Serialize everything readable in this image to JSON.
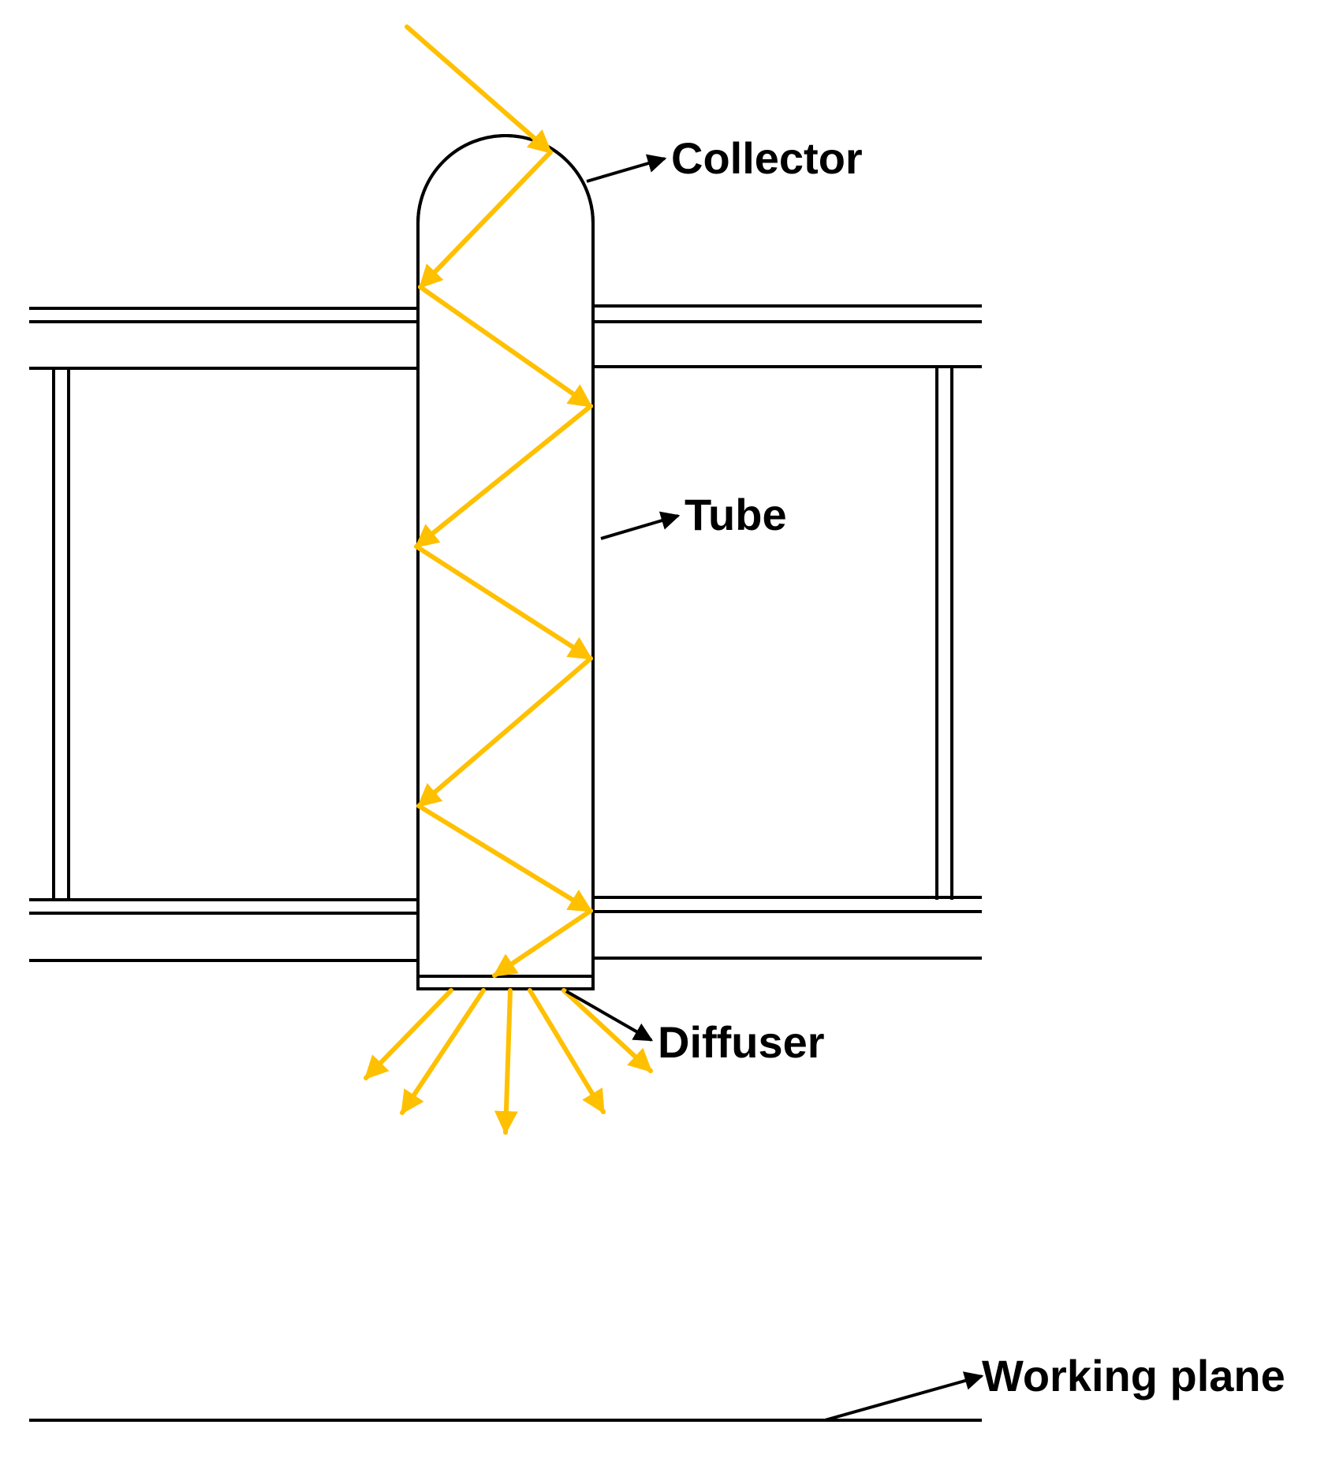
{
  "diagram": {
    "labels": {
      "collector": "Collector",
      "tube": "Tube",
      "diffuser": "Diffuser",
      "working_plane": "Working plane"
    },
    "colors": {
      "light_ray": "#FFC000",
      "structure": "#000000",
      "background": "#FFFFFF"
    }
  }
}
